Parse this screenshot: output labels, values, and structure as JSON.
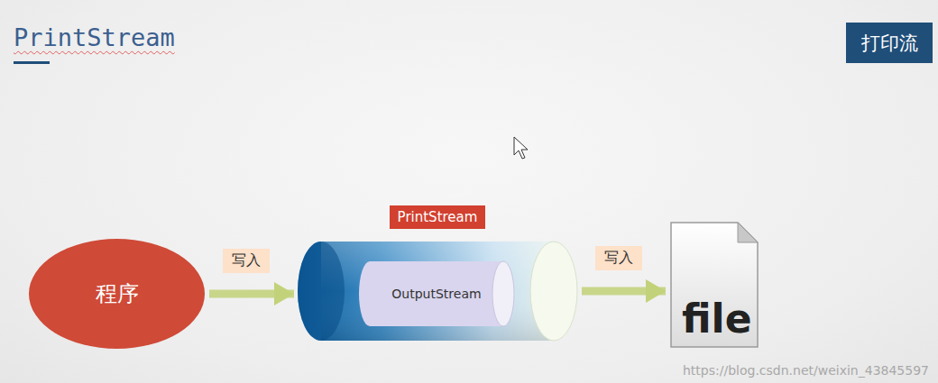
{
  "diagram": {
    "title": "PrintStream",
    "nodes": [
      {
        "text": [
          "打印流"
        ]
      },
      {
        "text": [
          "程序"
        ]
      },
      {
        "text": [
          "PrintStream"
        ]
      },
      {
        "text": [
          "OutputStream"
        ],
        "in": 2
      },
      {
        "text": [
          "file"
        ]
      }
    ],
    "edges": [
      {
        "from": 1,
        "to": 2,
        "label": "写入",
        "arrow": "to"
      },
      {
        "from": 2,
        "to": 4,
        "label": "写入",
        "arrow": "to"
      }
    ],
    "labels": [
      "https://blog.csdn.net/weixin_43845597"
    ]
  }
}
